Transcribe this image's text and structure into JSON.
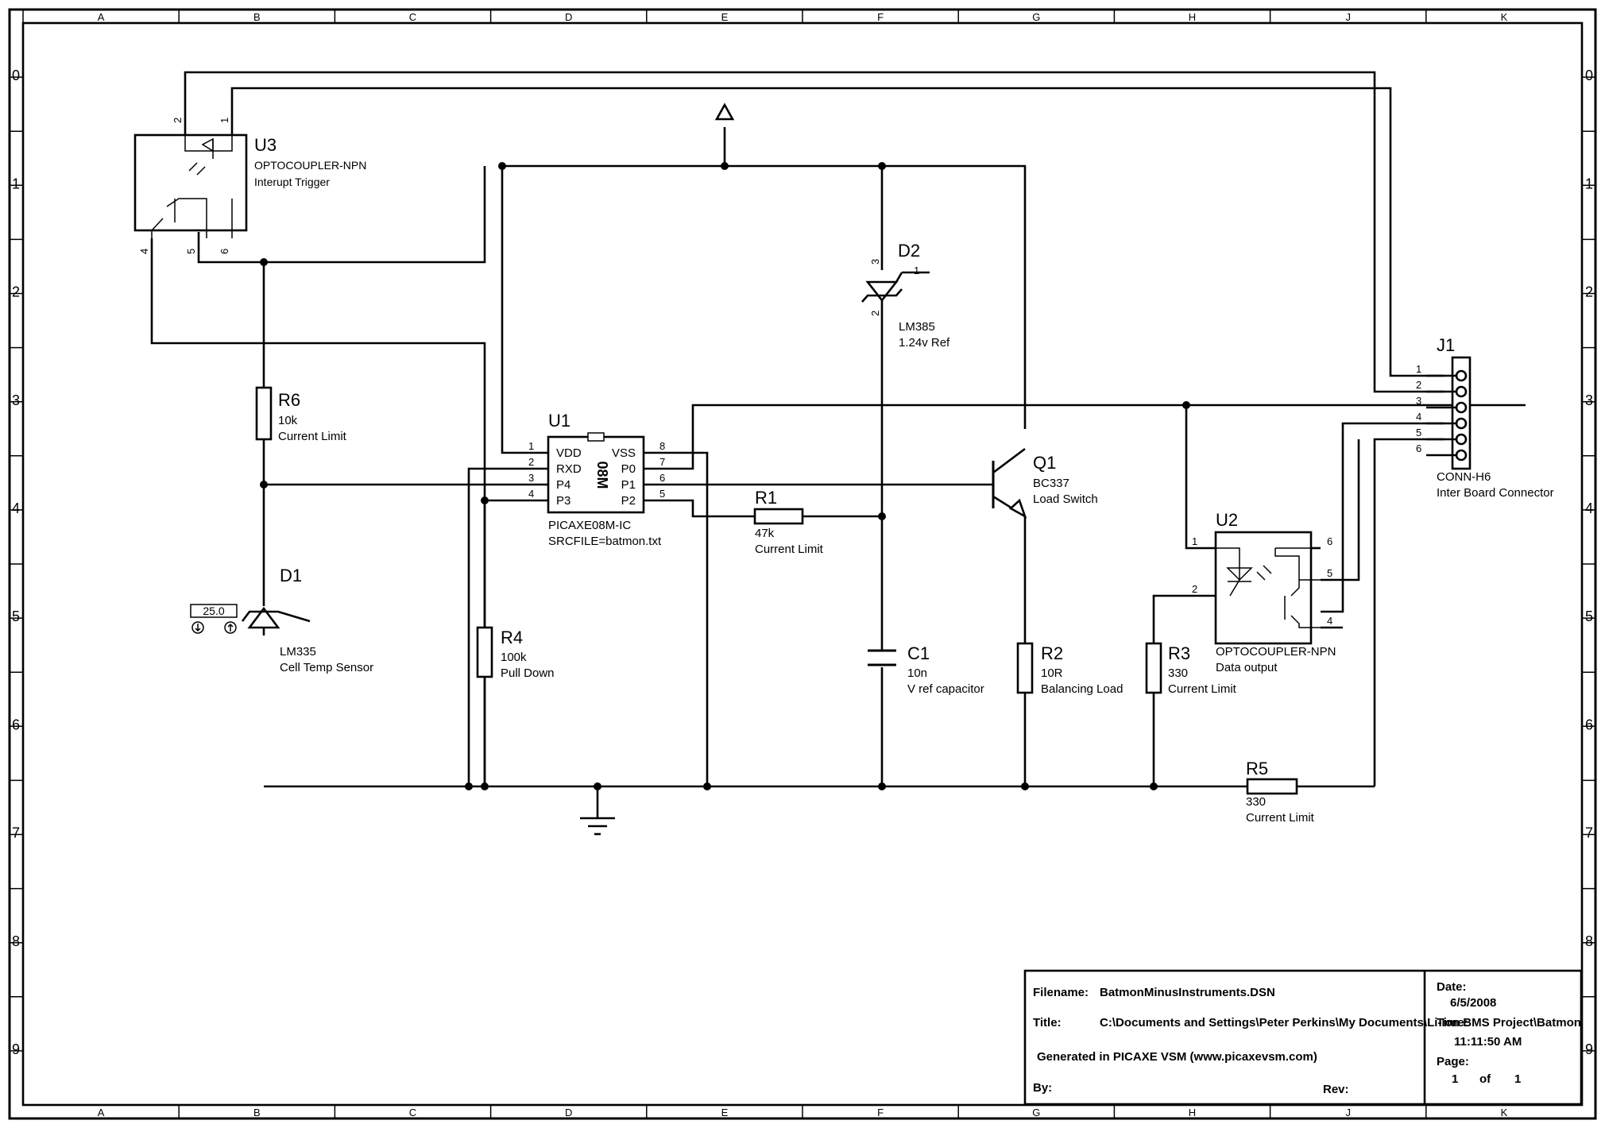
{
  "grid": {
    "columns": [
      "A",
      "B",
      "C",
      "D",
      "E",
      "F",
      "G",
      "H",
      "J",
      "K"
    ],
    "rows": [
      "0",
      "1",
      "2",
      "3",
      "4",
      "5",
      "6",
      "7",
      "8",
      "9"
    ]
  },
  "components": {
    "U3": {
      "ref": "U3",
      "type": "OPTOCOUPLER-NPN",
      "desc": "Interupt Trigger",
      "pins": [
        "2",
        "1",
        "4",
        "5",
        "6"
      ]
    },
    "U1": {
      "ref": "U1",
      "type": "PICAXE08M-IC",
      "desc": "SRCFILE=batmon.txt",
      "chip": "08M",
      "left_pins": [
        {
          "num": "1",
          "name": "VDD"
        },
        {
          "num": "2",
          "name": "RXD"
        },
        {
          "num": "3",
          "name": "P4"
        },
        {
          "num": "4",
          "name": "P3"
        }
      ],
      "right_pins": [
        {
          "num": "8",
          "name": "VSS"
        },
        {
          "num": "7",
          "name": "P0"
        },
        {
          "num": "6",
          "name": "P1"
        },
        {
          "num": "5",
          "name": "P2"
        }
      ]
    },
    "D2": {
      "ref": "D2",
      "type": "LM385",
      "desc": "1.24v Ref",
      "pins": [
        "3",
        "1",
        "2"
      ]
    },
    "R6": {
      "ref": "R6",
      "value": "10k",
      "desc": "Current Limit"
    },
    "R1": {
      "ref": "R1",
      "value": "47k",
      "desc": "Current Limit"
    },
    "Q1": {
      "ref": "Q1",
      "type": "BC337",
      "desc": "Load Switch"
    },
    "D1": {
      "ref": "D1",
      "type": "LM335",
      "desc": "Cell Temp Sensor",
      "temp": "25.0"
    },
    "R4": {
      "ref": "R4",
      "value": "100k",
      "desc": "Pull Down"
    },
    "C1": {
      "ref": "C1",
      "value": "10n",
      "desc": "V ref capacitor"
    },
    "R2": {
      "ref": "R2",
      "value": "10R",
      "desc": "Balancing Load"
    },
    "R3": {
      "ref": "R3",
      "value": "330",
      "desc": "Current Limit"
    },
    "R5": {
      "ref": "R5",
      "value": "330",
      "desc": "Current Limit"
    },
    "J1": {
      "ref": "J1",
      "type": "CONN-H6",
      "desc": "Inter Board Connector",
      "pins": [
        "1",
        "2",
        "3",
        "4",
        "5",
        "6"
      ]
    },
    "U2": {
      "ref": "U2",
      "type": "OPTOCOUPLER-NPN",
      "desc": "Data output",
      "pins": [
        "1",
        "2",
        "6",
        "5",
        "4"
      ]
    }
  },
  "titleblock": {
    "filename_label": "Filename:",
    "filename": "BatmonMinusInstruments.DSN",
    "title_label": "Title:",
    "title": "C:\\Documents and Settings\\Peter Perkins\\My Documents\\Li-Ion BMS Project\\Batmon",
    "generated": "Generated in PICAXE VSM (www.picaxevsm.com)",
    "by_label": "By:",
    "rev_label": "Rev:",
    "date_label": "Date:",
    "date": "6/5/2008",
    "time_label": "Time:",
    "time": "11:11:50 AM",
    "page_label": "Page:",
    "page": "1",
    "of": "of",
    "pages": "1"
  }
}
